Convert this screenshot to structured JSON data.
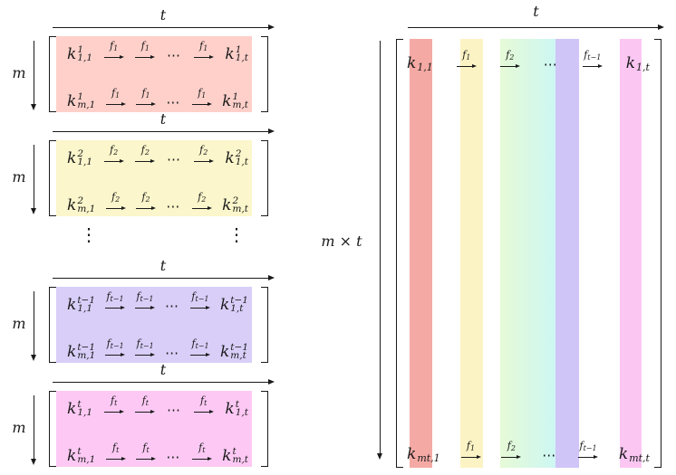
{
  "glyphs": {
    "cdots": "⋯",
    "vdots": "⋮"
  },
  "colors": {
    "ink": "#1a1a1a",
    "left_block_red": "#ffd0ca",
    "left_block_yellow": "#fbf6cb",
    "left_block_purple": "#d8cef8",
    "left_block_magenta": "#fdc9f4",
    "stripe_red": "#f5a9a4",
    "stripe_yellow": "#fcf3c5",
    "stripe_green": "#e6fad6",
    "stripe_cyan": "#cdf7f3",
    "stripe_purple": "#cfc5f6",
    "stripe_magenta": "#fbc6f2"
  },
  "left_blocks": [
    {
      "top_label": "t",
      "side_label": "m",
      "bg": "#ffd0ca",
      "k": "k",
      "sup": "1",
      "f": "f",
      "f_sub": "1",
      "rows": [
        {
          "start_sub": "1,1",
          "end_sub": "1,t"
        },
        {
          "start_sub": "m,1",
          "end_sub": "m,t"
        }
      ]
    },
    {
      "top_label": "t",
      "side_label": "m",
      "bg": "#fbf6cb",
      "k": "k",
      "sup": "2",
      "f": "f",
      "f_sub": "2",
      "rows": [
        {
          "start_sub": "1,1",
          "end_sub": "1,t"
        },
        {
          "start_sub": "m,1",
          "end_sub": "m,t"
        }
      ]
    },
    {
      "top_label": "t",
      "side_label": "m",
      "bg": "#d8cef8",
      "k": "k",
      "sup": "t−1",
      "f": "f",
      "f_sub": "t−1",
      "rows": [
        {
          "start_sub": "1,1",
          "end_sub": "1,t"
        },
        {
          "start_sub": "m,1",
          "end_sub": "m,t"
        }
      ]
    },
    {
      "top_label": "t",
      "side_label": "m",
      "bg": "#fdc9f4",
      "k": "k",
      "sup": "t",
      "f": "f",
      "f_sub": "t",
      "rows": [
        {
          "start_sub": "1,1",
          "end_sub": "1,t"
        },
        {
          "start_sub": "m,1",
          "end_sub": "m,t"
        }
      ]
    }
  ],
  "right_matrix": {
    "top_label": "t",
    "side_label": "m × t",
    "k": "k",
    "f": "f",
    "arrow1_sub": "1",
    "arrow2_sub": "2",
    "arrow3_sub": "t−1",
    "stripes": [
      {
        "name": "red",
        "css": "#f5a9a4"
      },
      {
        "name": "yellow",
        "css": "#fcf3c5"
      },
      {
        "name": "green-cyan-gradient",
        "css": "linear-gradient(90deg, #e6fad6, #cdf7f3)"
      },
      {
        "name": "purple",
        "css": "#cfc5f6"
      },
      {
        "name": "magenta",
        "css": "#fbc6f2"
      }
    ],
    "rows": [
      {
        "start_sub": "1,1",
        "end_sub": "1,t"
      },
      {
        "start_sub": "mt,1",
        "end_sub": "mt,t"
      }
    ]
  }
}
